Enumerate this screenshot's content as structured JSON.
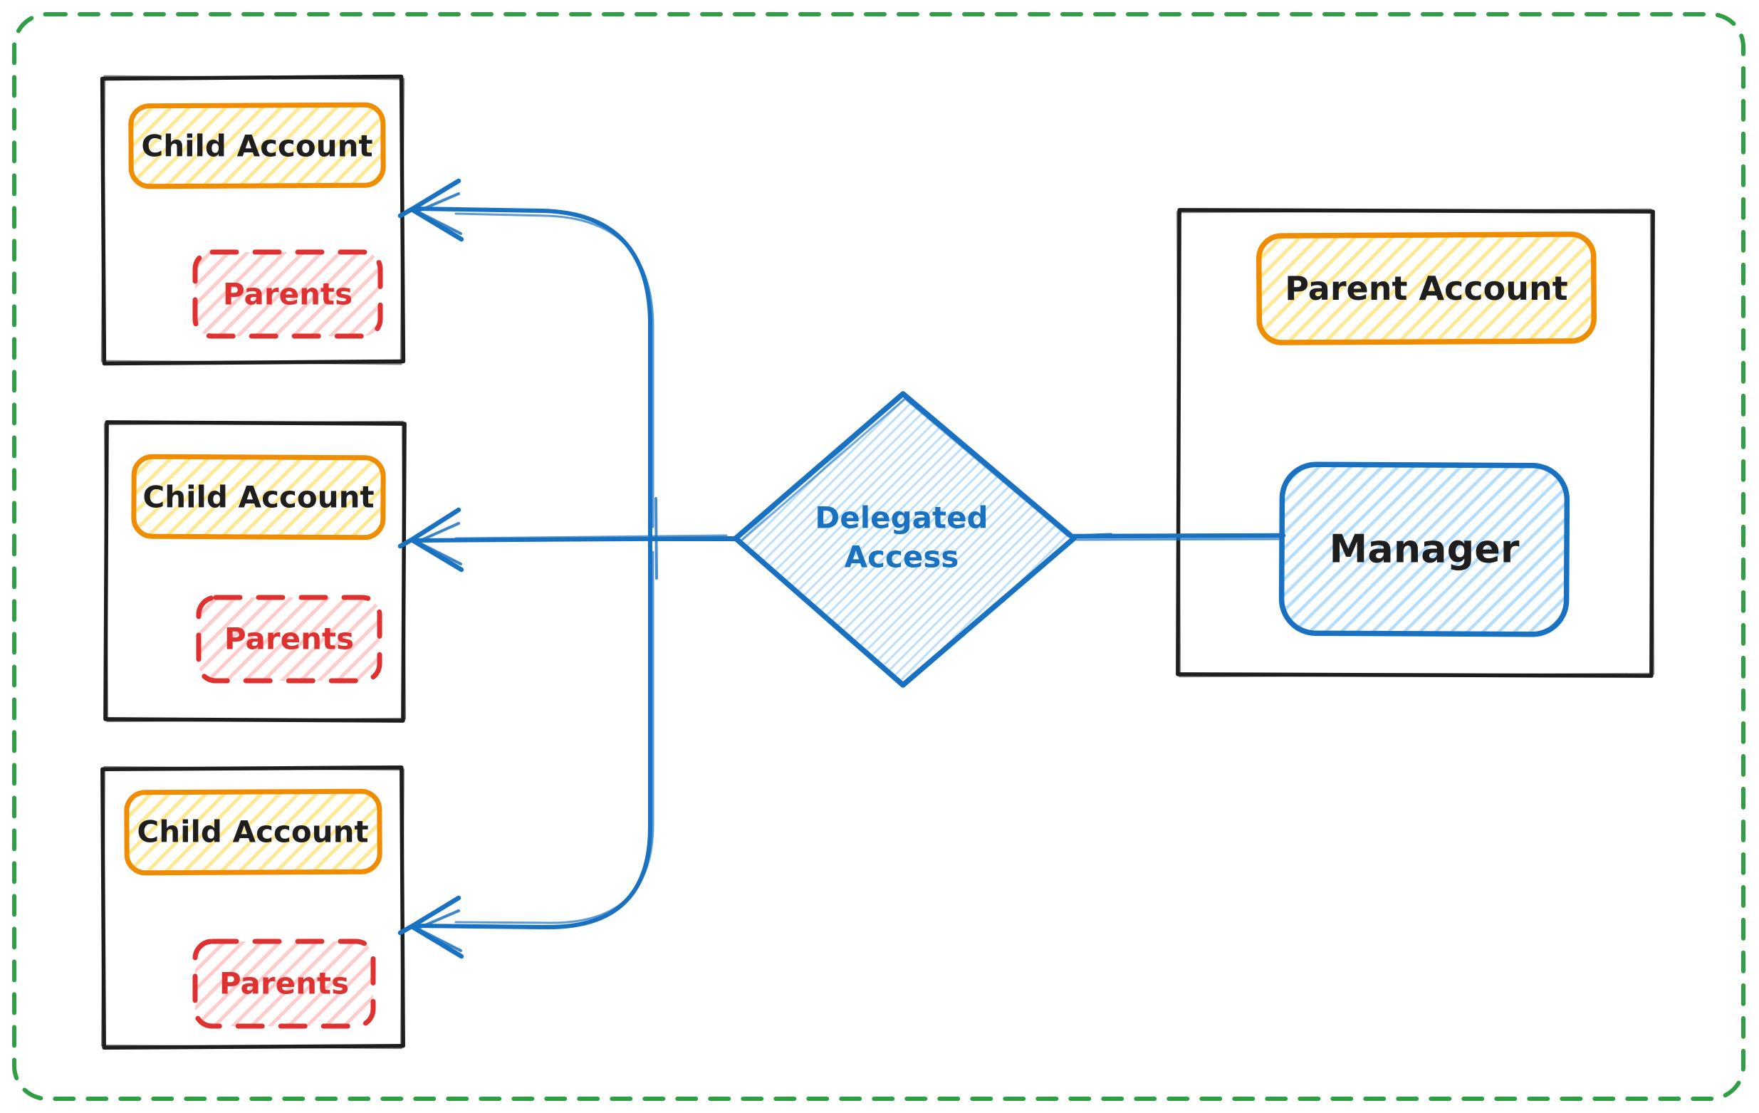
{
  "diagram": {
    "type": "flowchart",
    "children": [
      {
        "label": "Child Account",
        "sub_label": "Parents"
      },
      {
        "label": "Child Account",
        "sub_label": "Parents"
      },
      {
        "label": "Child Account",
        "sub_label": "Parents"
      }
    ],
    "parent": {
      "box_label": "Parent Account",
      "manager_label": "Manager"
    },
    "decision": {
      "label_line1": "Delegated",
      "label_line2": "Access"
    },
    "icons": {
      "arrowheads": "left-pointing-arrow"
    },
    "colors": {
      "border_green": "#2f9e44",
      "sketch_black": "#1e1e1e",
      "orange_stroke": "#f08c00",
      "yellow_hatch": "#ffd43b",
      "red_stroke": "#e03131",
      "pink_hatch": "#ffa8a8",
      "blue_stroke": "#1971c2",
      "light_blue_hatch": "#74c0fc",
      "background": "#ffffff"
    }
  }
}
